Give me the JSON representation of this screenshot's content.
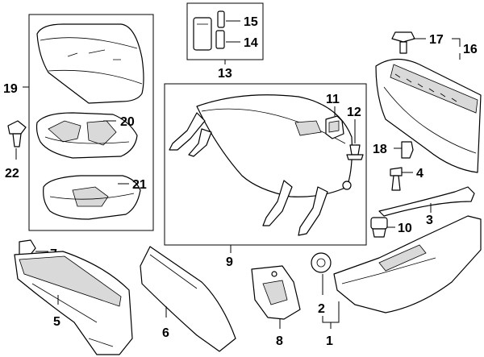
{
  "callouts": {
    "c1": "1",
    "c2": "2",
    "c3": "3",
    "c4": "4",
    "c5": "5",
    "c6": "6",
    "c7": "7",
    "c8": "8",
    "c9": "9",
    "c10": "10",
    "c11": "11",
    "c12": "12",
    "c13": "13",
    "c14": "14",
    "c15": "15",
    "c16": "16",
    "c17": "17",
    "c18": "18",
    "c19": "19",
    "c20": "20",
    "c21": "21",
    "c22": "22"
  },
  "colors": {
    "line": "#000000",
    "shade": "#d9d9d9",
    "background": "#ffffff"
  }
}
